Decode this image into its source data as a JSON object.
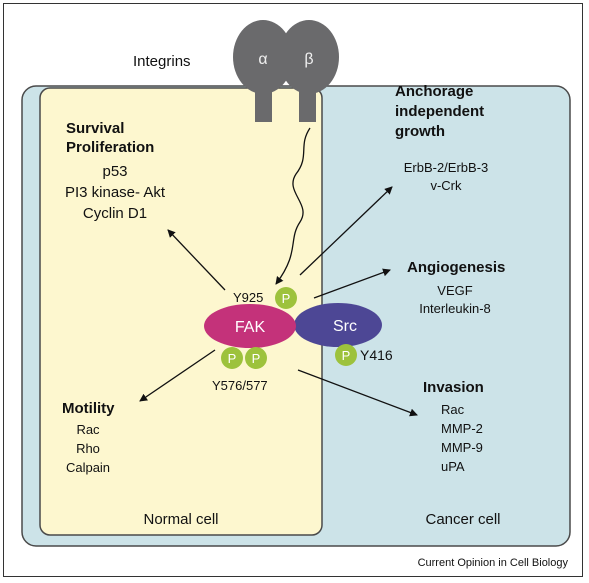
{
  "integrins_label": "Integrins",
  "integrin_subunits": {
    "alpha": "α",
    "beta": "β"
  },
  "survival": {
    "heading": [
      "Survival",
      "Proliferation"
    ],
    "items": [
      "p53",
      "PI3 kinase- Akt",
      "Cyclin D1"
    ]
  },
  "anchorage": {
    "heading": [
      "Anchorage",
      "independent",
      "growth"
    ],
    "items": [
      "ErbB-2/ErbB-3",
      "v-Crk"
    ]
  },
  "angiogenesis": {
    "heading": "Angiogenesis",
    "items": [
      "VEGF",
      "Interleukin-8"
    ]
  },
  "invasion": {
    "heading": "Invasion",
    "items": [
      "Rac",
      "MMP-2",
      "MMP-9",
      "uPA"
    ]
  },
  "motility": {
    "heading": "Motility",
    "items": [
      "Rac",
      "Rho",
      "Calpain"
    ]
  },
  "fak_label": "FAK",
  "src_label": "Src",
  "phospho_label": "P",
  "sites": {
    "y925": "Y925",
    "y576": "Y576/577",
    "y416": "Y416"
  },
  "cell_labels": {
    "normal": "Normal cell",
    "cancer": "Cancer cell"
  },
  "credit": "Current Opinion in Cell Biology",
  "colors": {
    "normal_cell": "#fdf7cf",
    "cancer_cell": "#cce3e8",
    "integrin": "#6a6a6c",
    "fak": "#c4327a",
    "src": "#4d4795",
    "phospho": "#9dc23c"
  }
}
